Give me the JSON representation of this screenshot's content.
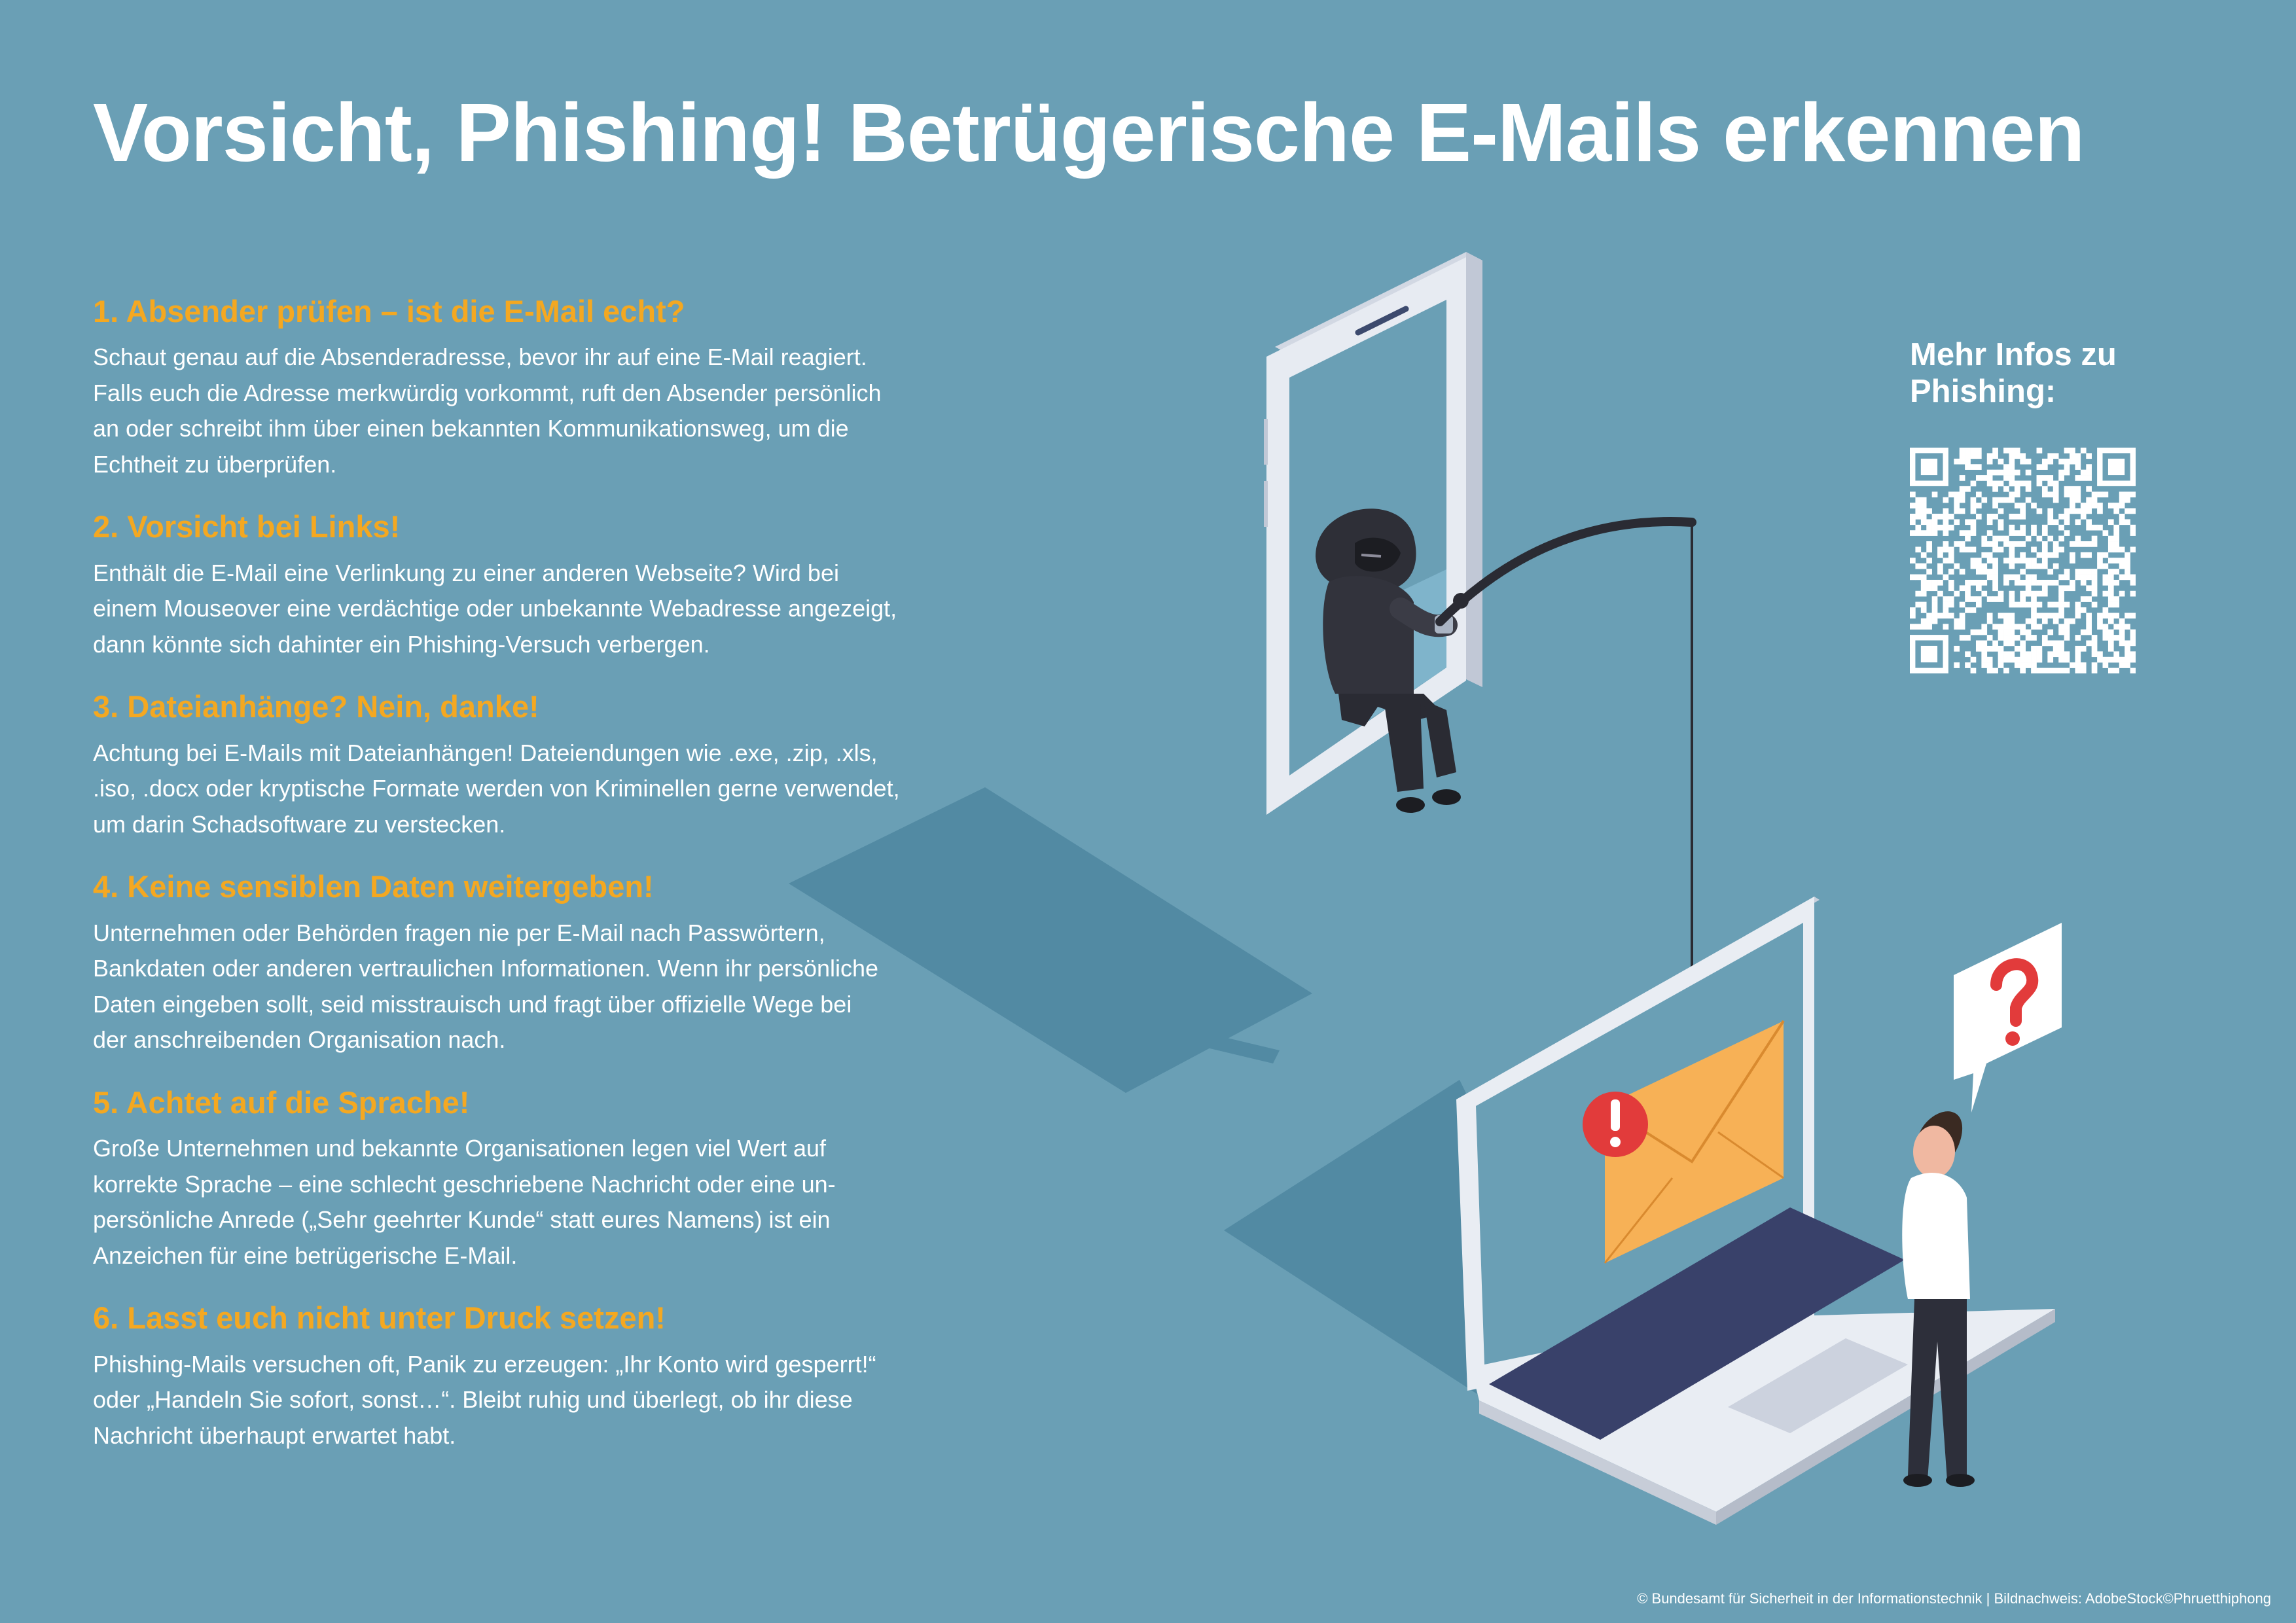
{
  "title": "Vorsicht, Phishing! Betrügerische E-Mails erkennen",
  "tips": [
    {
      "heading": "1. Absender prüfen – ist die E-Mail echt?",
      "body": "Schaut genau auf die Absenderadresse, bevor ihr auf eine E-Mail reagiert.\nFalls euch die Adresse merkwürdig vorkommt, ruft den Absender persönlich\nan oder schreibt ihm über einen bekannten Kommunikationsweg, um die\nEchtheit zu überprüfen."
    },
    {
      "heading": "2. Vorsicht bei Links!",
      "body": "Enthält die E-Mail eine Verlinkung zu einer anderen Webseite? Wird bei\neinem Mouseover eine verdächtige oder unbekannte Webadresse angezeigt,\ndann könnte sich dahinter ein Phishing-Versuch verbergen."
    },
    {
      "heading": "3. Dateianhänge? Nein, danke!",
      "body": "Achtung bei E-Mails mit Dateianhängen! Dateiendungen wie .exe, .zip, .xls,\n.iso, .docx oder kryptische Formate werden von Kriminellen gerne verwendet,\num darin Schadsoftware zu verstecken."
    },
    {
      "heading": "4. Keine sensiblen Daten weitergeben!",
      "body": "Unternehmen oder Behörden fragen nie per E-Mail nach Passwörtern,\nBankdaten oder anderen vertraulichen Informationen. Wenn ihr persönliche\nDaten eingeben sollt, seid misstrauisch und fragt über offizielle Wege bei\nder anschreibenden Organisation nach."
    },
    {
      "heading": "5. Achtet auf die Sprache!",
      "body": "Große Unternehmen und bekannte Organisationen legen viel Wert auf\nkorrekte Sprache – eine schlecht geschriebene Nachricht oder eine un-\npersönliche Anrede („Sehr geehrter Kunde“ statt eures Namens) ist ein\nAnzeichen für eine betrügerische E-Mail."
    },
    {
      "heading": "6. Lasst euch nicht unter Druck setzen!",
      "body": "Phishing-Mails versuchen oft, Panik zu erzeugen: „Ihr Konto wird gesperrt!“\noder „Handeln Sie sofort, sonst…“. Bleibt ruhig und überlegt, ob ihr diese\nNachricht überhaupt erwartet habt."
    }
  ],
  "qr": {
    "label": "Mehr Infos zu\nPhishing:",
    "icon": "qr-code"
  },
  "footer": "© Bundesamt für Sicherheit in der Informationstechnik | Bildnachweis: AdobeStock©Phruetthiphong",
  "colors": {
    "background": "#6a9fb5",
    "heading": "#f4a821",
    "text": "#ffffff",
    "shadow": "#528aa3",
    "envelope": "#f7b156",
    "alert": "#e23b3b"
  },
  "illustration": {
    "icons": [
      "smartphone-icon",
      "hacker-icon",
      "fishing-rod-icon",
      "hook-icon",
      "laptop-icon",
      "envelope-icon",
      "warning-icon",
      "person-icon",
      "speech-bubble-icon",
      "question-mark-icon"
    ]
  }
}
